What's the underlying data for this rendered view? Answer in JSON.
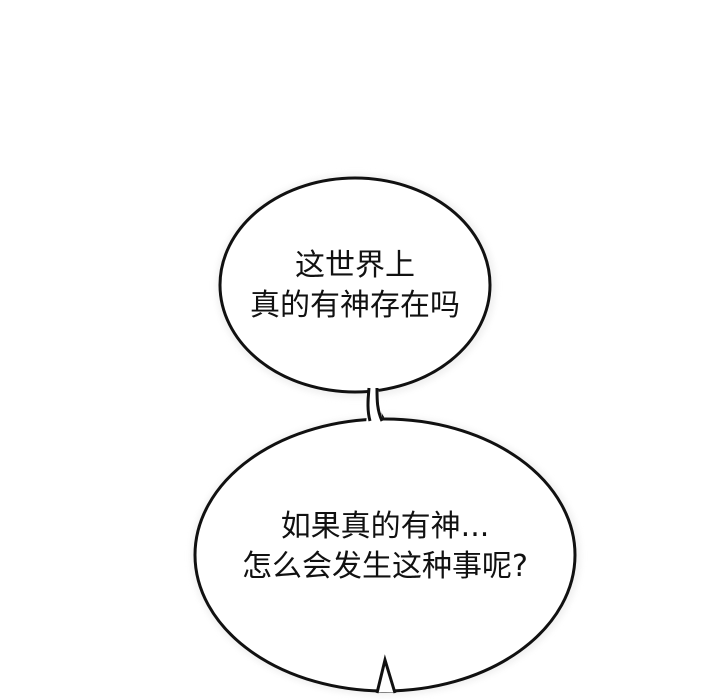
{
  "panel": {
    "background": "#ffffff",
    "stroke_color": "#111111"
  },
  "bubbles": [
    {
      "id": "bubble-1",
      "lines": [
        "这世界上",
        "真的有神存在吗"
      ]
    },
    {
      "id": "bubble-2",
      "lines": [
        "如果真的有神...",
        "怎么会发生这种事呢?"
      ]
    }
  ]
}
